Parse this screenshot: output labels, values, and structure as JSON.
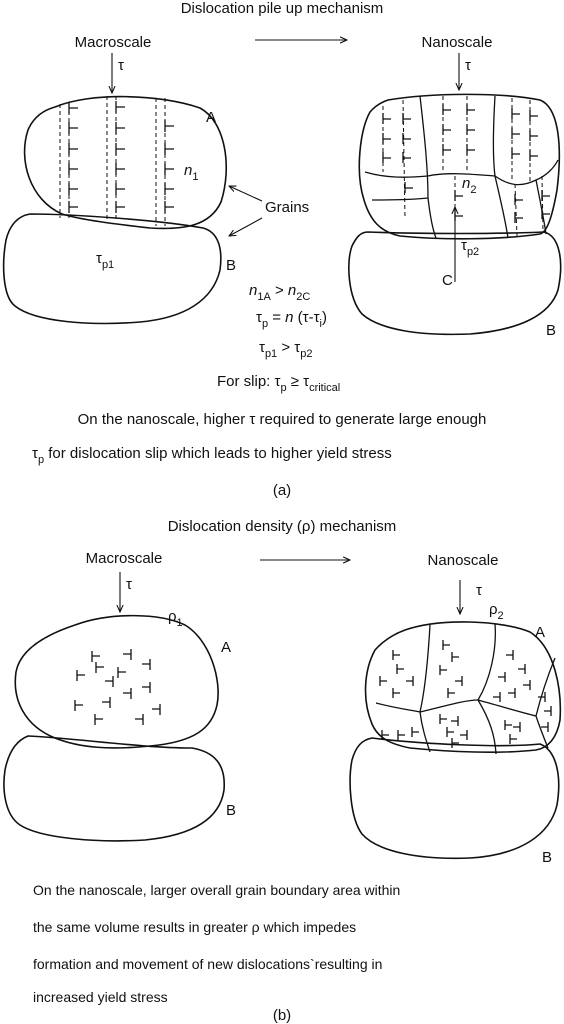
{
  "panel_a": {
    "title": "Dislocation pile up mechanism",
    "left_heading": "Macroscale",
    "right_heading": "Nanoscale",
    "tau": "τ",
    "label_A": "A",
    "label_B": "B",
    "label_C": "C",
    "n1": "n",
    "n1_sub": "1",
    "n2": "n",
    "n2_sub": "2",
    "grains_label": "Grains",
    "tau_p1": "τ",
    "tau_p1_sub": "p1",
    "tau_p2": "τ",
    "tau_p2_sub": "p2",
    "eq1": {
      "a": "n",
      "a_sub": "1A",
      "op": " > ",
      "b": "n",
      "b_sub": "2C"
    },
    "eq2": {
      "lhs": "τ",
      "lhs_sub": "p",
      "mid": " = ",
      "n": "n",
      "rest": " (τ-τ",
      "rest_sub": "i",
      "close": ")"
    },
    "eq3": {
      "a": "τ",
      "a_sub": "p1",
      "op": " > τ",
      "b_sub": "p2"
    },
    "eq4": {
      "pre": "For slip: τ",
      "pre_sub": "p",
      "op": " ≥ τ",
      "post_sub": "critical"
    },
    "caption_line1": "On the nanoscale, higher τ required to generate large enough",
    "caption_line2_sym": "τ",
    "caption_line2_sub": "p",
    "caption_line2": " for dislocation slip which leads to higher yield stress",
    "panel_label": "(a)"
  },
  "panel_b": {
    "title": "Dislocation density (ρ) mechanism",
    "left_heading": "Macroscale",
    "right_heading": "Nanoscale",
    "tau": "τ",
    "rho1": "ρ",
    "rho1_sub": "1",
    "rho2": "ρ",
    "rho2_sub": "2",
    "label_A": "A",
    "label_B": "B",
    "caption_lines": [
      "On the nanoscale, larger overall grain boundary area within",
      "the same volume results in greater ρ which impedes",
      "formation and movement of new dislocations`resulting in",
      "increased yield stress"
    ],
    "panel_label": "(b)"
  }
}
